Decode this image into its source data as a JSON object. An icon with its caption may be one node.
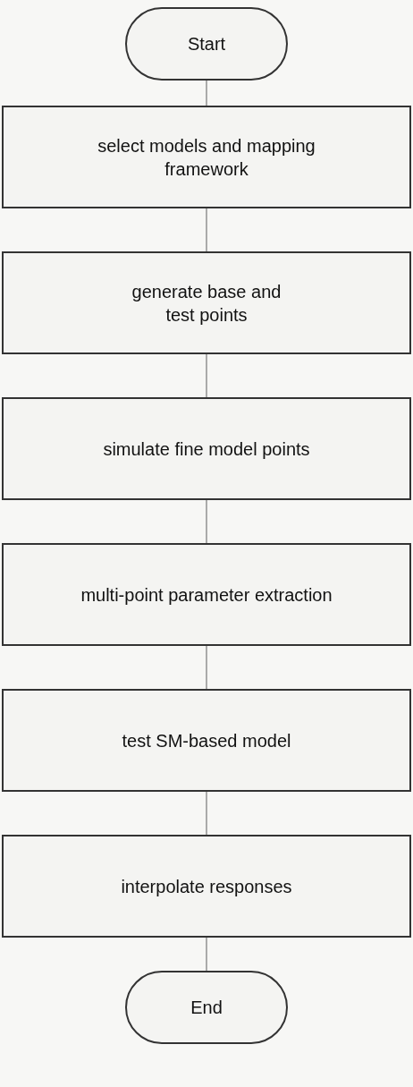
{
  "diagram": {
    "nodes": [
      {
        "text": [
          "Start"
        ]
      },
      {
        "text": [
          "select models and mapping framework"
        ]
      },
      {
        "text": [
          "generate base and test points"
        ]
      },
      {
        "text": [
          "simulate fine model points"
        ]
      },
      {
        "text": [
          "multi-point parameter extraction"
        ]
      },
      {
        "text": [
          "test SM-based model"
        ]
      },
      {
        "text": [
          "interpolate responses"
        ]
      },
      {
        "text": [
          "End"
        ]
      }
    ],
    "edges": [
      {
        "from": 0,
        "to": 1,
        "arrow": "none"
      },
      {
        "from": 1,
        "to": 2,
        "arrow": "none"
      },
      {
        "from": 2,
        "to": 3,
        "arrow": "none"
      },
      {
        "from": 3,
        "to": 4,
        "arrow": "none"
      },
      {
        "from": 4,
        "to": 5,
        "arrow": "none"
      },
      {
        "from": 5,
        "to": 6,
        "arrow": "none"
      },
      {
        "from": 6,
        "to": 7,
        "arrow": "none"
      }
    ]
  }
}
